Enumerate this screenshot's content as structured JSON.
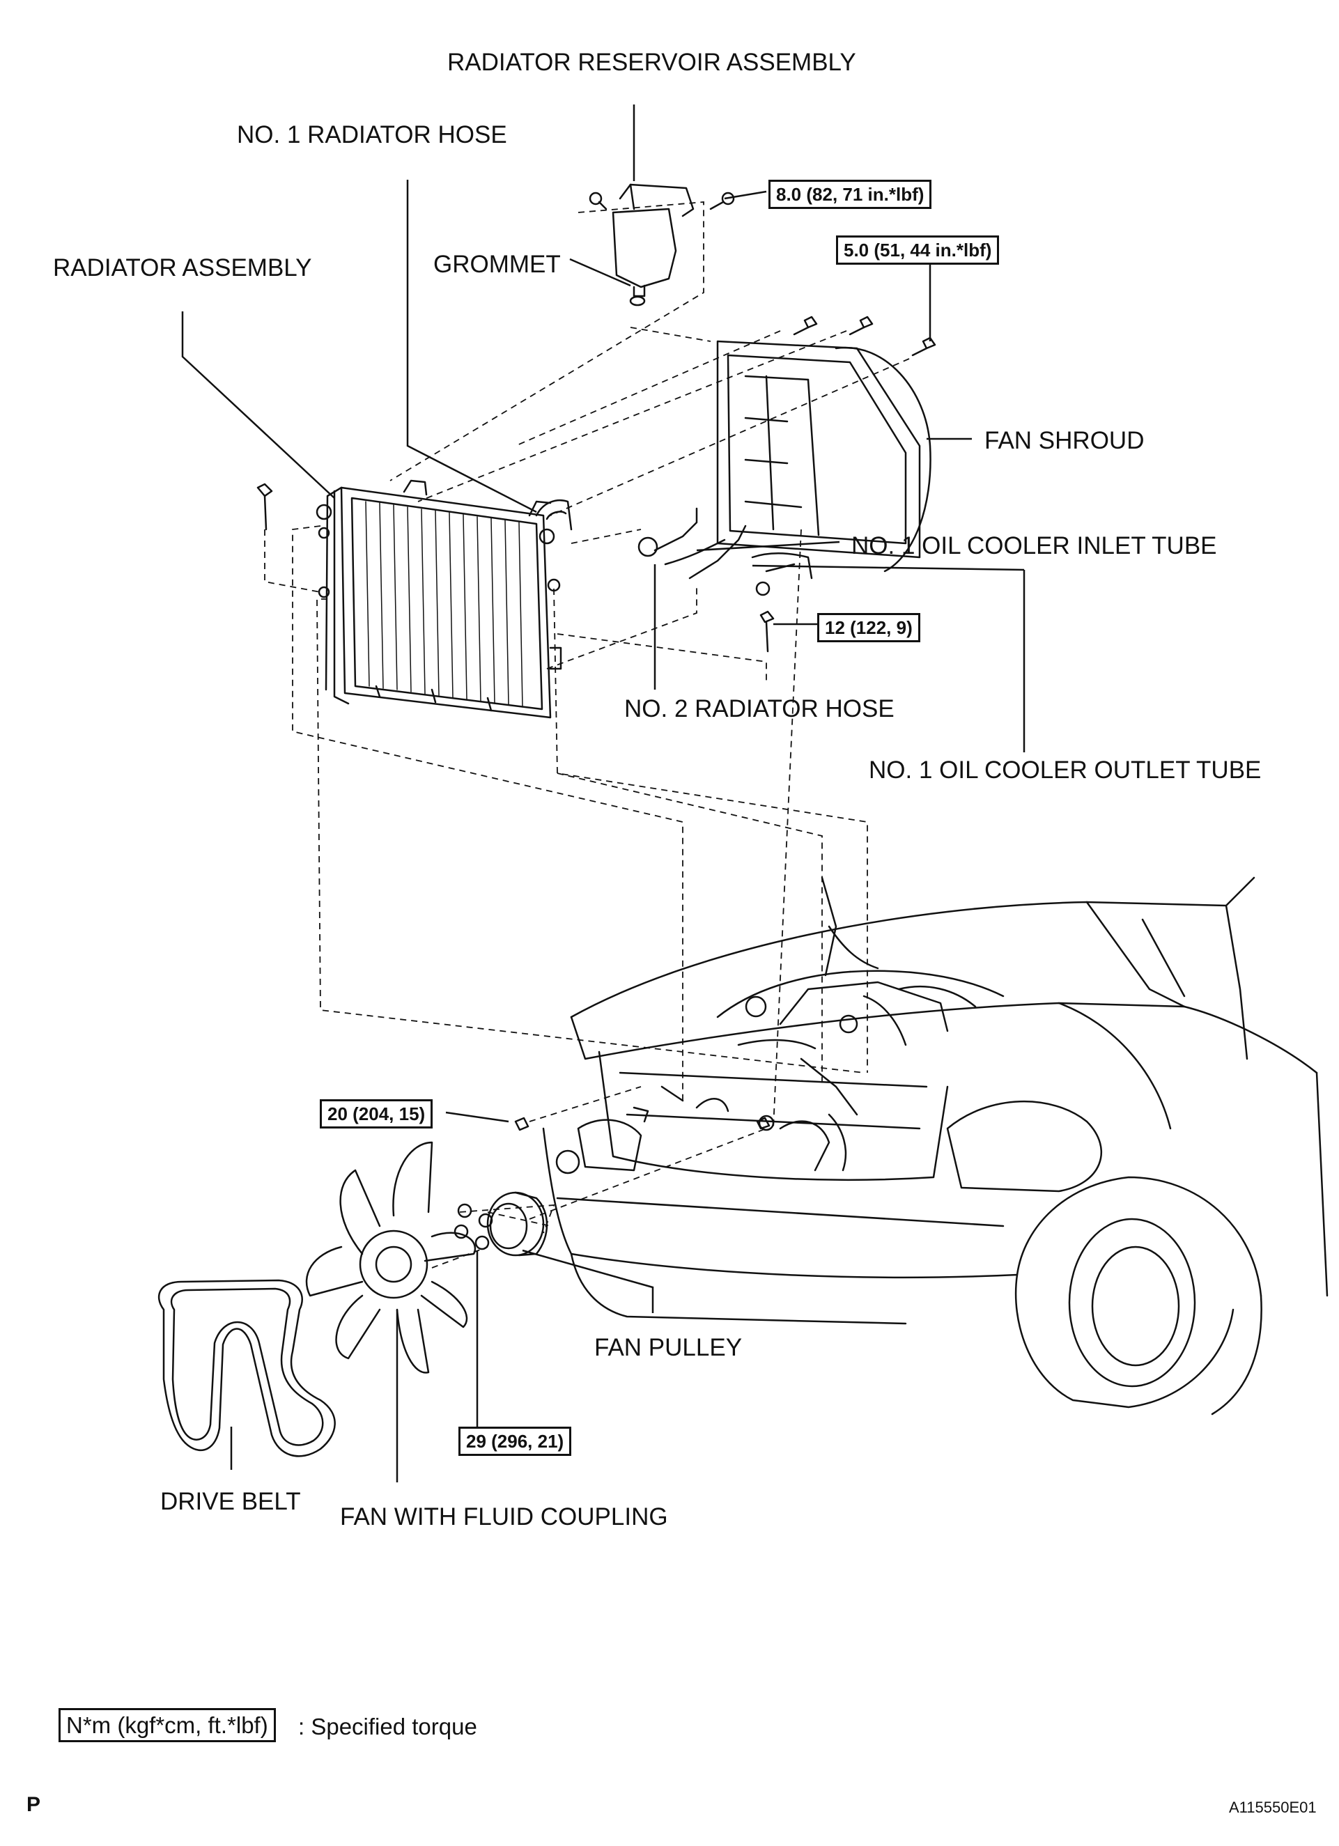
{
  "labels": {
    "radiator_reservoir_assembly": "RADIATOR RESERVOIR ASSEMBLY",
    "no1_radiator_hose": "NO. 1 RADIATOR HOSE",
    "radiator_assembly": "RADIATOR ASSEMBLY",
    "grommet": "GROMMET",
    "fan_shroud": "FAN SHROUD",
    "no1_oil_cooler_inlet_tube": "NO. 1 OIL COOLER INLET TUBE",
    "no2_radiator_hose": "NO. 2 RADIATOR HOSE",
    "no1_oil_cooler_outlet_tube": "NO. 1 OIL COOLER OUTLET TUBE",
    "fan_pulley": "FAN PULLEY",
    "drive_belt": "DRIVE BELT",
    "fan_with_fluid_coupling": "FAN WITH FLUID COUPLING"
  },
  "torque": {
    "reservoir_bolt": "8.0 (82, 71 in.*lbf)",
    "shroud_bolt": "5.0 (51, 44 in.*lbf)",
    "radiator_bolt": "12 (122, 9)",
    "bracket_nut": "20 (204, 15)",
    "fan_nut": "29 (296, 21)"
  },
  "legend": {
    "unit": "N*m (kgf*cm, ft.*lbf)",
    "description": ": Specified torque"
  },
  "corner": {
    "left": "P",
    "right": "A115550E01"
  }
}
